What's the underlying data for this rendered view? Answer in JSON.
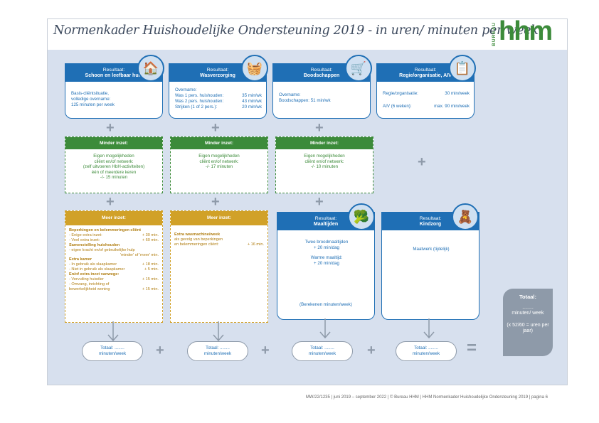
{
  "header": {
    "title": "Normenkader Huishoudelijke Ondersteuning 2019 - in uren/ minuten per week",
    "logo_bureau": "BUREAU",
    "logo_name": "hhm"
  },
  "results": [
    {
      "label": "Resultaat:",
      "name": "Schoon en leefbaar huis",
      "icon": "house-icon",
      "lines": [
        "Basis-cliëntsituatie,",
        "volledige overname:",
        "125 minuten per week"
      ]
    },
    {
      "label": "Resultaat:",
      "name": "Wasverzorging",
      "icon": "washing-machine-icon",
      "intro": "Overname:",
      "rows": [
        [
          "Was 1 pers. huishouden:",
          "35 min/wk"
        ],
        [
          "Was 2 pers. huishouden:",
          "43 min/wk"
        ],
        [
          "Strijken (1 of 2 pers.):",
          "20 min/wk"
        ]
      ]
    },
    {
      "label": "Resultaat:",
      "name": "Boodschappen",
      "icon": "shopping-cart-icon",
      "lines": [
        "Overname:",
        "Boodschappen: 51 min/wk"
      ]
    },
    {
      "label": "Resultaat:",
      "name": "Regie/organisatie, AIV",
      "icon": "document-icon",
      "rows": [
        [
          "Regie/organisatie:",
          "30 min/week"
        ],
        [
          "AIV (6 weken):",
          "max. 90 min/week"
        ]
      ]
    }
  ],
  "minder": [
    {
      "title": "Minder inzet:",
      "lines": [
        "Eigen mogelijkheden",
        "cliënt en/of netwerk:",
        "(zelf uitvoeren HbH-activiteiten)",
        "één of meerdere keren",
        "-/- 15 minuten"
      ]
    },
    {
      "title": "Minder inzet:",
      "lines": [
        "Eigen mogelijkheden",
        "cliënt en/of netwerk:",
        "-/- 17 minuten"
      ]
    },
    {
      "title": "Minder inzet:",
      "lines": [
        "Eigen mogelijkheden",
        "cliënt en/of netwerk:",
        "-/- 10 minuten"
      ]
    }
  ],
  "meer": [
    {
      "title": "Meer inzet:",
      "items": [
        {
          "t": "Beperkingen en belemmeringen cliënt"
        },
        {
          "l": "- Enige extra inzet:",
          "v": "+ 30 min."
        },
        {
          "l": "- Veel extra inzet:",
          "v": "+ 60 min."
        },
        {
          "t": "Samenstelling huishouden"
        },
        {
          "l": "- eigen kracht en/of gebruikelijke hulp",
          "v": ""
        },
        {
          "l": "'minder' of 'meer' min.",
          "v": "",
          "right": true
        },
        {
          "t": "Extra kamer"
        },
        {
          "l": "- In gebruik als slaapkamer",
          "v": "+ 18 min."
        },
        {
          "l": "- Niet in gebruik als slaapkamer",
          "v": "+ 5 min."
        },
        {
          "t": "En/of extra inzet vanwege:"
        },
        {
          "l": "- Vervuiling huisdier",
          "v": "+ 15 min."
        },
        {
          "l": "- Omvang, inrichting of",
          "v": ""
        },
        {
          "l": "  bewerkelijkheid woning",
          "v": "+ 15 min."
        }
      ]
    },
    {
      "title": "Meer inzet:",
      "items": [
        {
          "t": "Extra wasmachine/week"
        },
        {
          "l": "als gevolg van beperkingen",
          "v": ""
        },
        {
          "l": "en belemmeringen cliënt:",
          "v": "+ 16 min."
        }
      ]
    }
  ],
  "extra_results": [
    {
      "label": "Resultaat:",
      "name": "Maaltijden",
      "icon": "broccoli-icon",
      "lines": [
        "Twee broodmaaltijden",
        "+ 20 min/dag",
        "",
        "Warme maaltijd:",
        "+ 20 min/dag"
      ],
      "note": "(Berekenen minuten/week)"
    },
    {
      "label": "Resultaat:",
      "name": "Kindzorg",
      "icon": "teddy-bear-icon",
      "lines": [
        "Maatwerk (tijdelijk)"
      ]
    }
  ],
  "totals": {
    "label": "Totaal: ........",
    "unit": "minuten/week"
  },
  "grand_total": {
    "title": "Totaal:",
    "dots": "........",
    "unit": "minuten/ week",
    "note": "(x 52/60 = uren per jaar)"
  },
  "plus_sign": "+",
  "equals_sign": "=",
  "footer": "MW/22/1235 | juni 2019 – september 2022 | © Bureau HHM | HHM Normenkader Huishoudelijke Ondersteuning 2019 | pagina 6"
}
